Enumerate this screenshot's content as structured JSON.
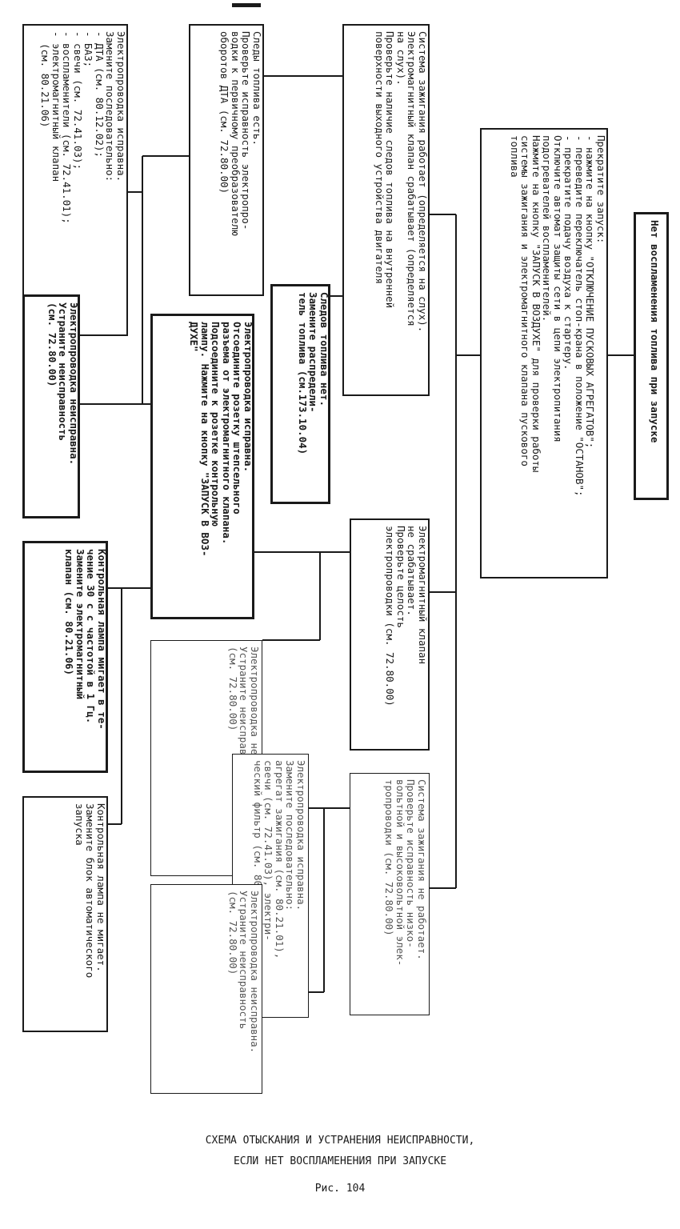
{
  "diagram": {
    "root": {
      "lines": [
        "Нет воспламенения топлива при запуске"
      ]
    },
    "step1": {
      "lines": [
        "Прекратите запуск:",
        "- нажмите на кнопку \"ОТКЛЮЧЕНИЕ ПУСКОВЫХ АГРЕГАТОВ\";",
        "- переведите переключатель стоп-крана в положение \"ОСТАНОВ\";",
        "- прекратите подачу воздуха к стартеру.",
        "Отключите автомат защиты сети в цепи электропитания",
        "подогревателей воспламенителей.",
        "Нажмите на кнопку \"ЗАПУСК В ВОЗДУХЕ\" для проверки работы",
        "системы зажигания и электромагнитного клапана пускового",
        "топлива"
      ]
    },
    "ignition_ok": {
      "lines": [
        "Система зажигания работает (определяется на слух).",
        "Электромагнитный клапан срабатывает (определяется",
        "на слух).",
        "Проверьте наличие следов топлива на внутренней",
        "поверхности выходного устройства двигателя"
      ]
    },
    "valve_fail": {
      "lines": [
        "Электромагнитный клапан",
        "не срабатывает.",
        "Проверьте целость",
        "электропроводки (см. 72.80.00)"
      ]
    },
    "ignition_fail": {
      "lines": [
        "Система зажигания не работает.",
        "Проверьте исправность низко-",
        "вольтной и высоковольтной элек-",
        "тропроводки (см. 72.80.00)"
      ]
    },
    "fuel_traces_yes": {
      "lines": [
        "Следы топлива есть.",
        "Проверьте исправность электропро-",
        "водки к первичному преобразователю",
        "оборотов ДТА (см. 72.80.00)"
      ]
    },
    "fuel_traces_no": {
      "lines": [
        "Следов топлива нет.",
        "Замените распредели-",
        "тель топлива (см.173.10.04)"
      ]
    },
    "wiring_ok_replace": {
      "lines": [
        "Электропроводка исправна.",
        "Замените последовательно:",
        "- ДТА (см. 80.12.02);",
        "- БАЗ;",
        "- свечи (см. 72.41.03);",
        "- воспламенители (см. 72.41.01);",
        "- электромагнитный клапан",
        "  (см. 80.21.06)"
      ]
    },
    "wiring_bad_1": {
      "lines": [
        "Электропроводка неисправна.",
        "Устраните неисправность",
        "(см. 72.80.00)"
      ]
    },
    "wiring_ok_lamp": {
      "lines": [
        "Электропроводка исправна.",
        "Отсоедините розетку штепсельного",
        "разъема от электромагнитного клапана.",
        "Подсоедините к розетке контрольную",
        "лампу. Нажмите на кнопку \"ЗАПУСК В ВОЗ-",
        "ДУХЕ\""
      ]
    },
    "wiring_bad_2": {
      "lines": [
        "Электропроводка неисправна.",
        "Устраните неисправность",
        "(см. 72.80.00)"
      ]
    },
    "wiring_ok_ignition": {
      "lines": [
        "Электропроводка исправна.",
        "Замените последовательно:",
        "агрегат зажигания (см. 80.21.01),",
        "свечи (см. 72.41.03), электри-",
        "ческий фильтр (см. 80.21.03)"
      ]
    },
    "wiring_bad_3": {
      "lines": [
        "Электропроводка неисправна.",
        "Устраните неисправность",
        "(см. 72.80.00)"
      ]
    },
    "lamp_blinks": {
      "lines": [
        "Контрольная лампа мигает в те-",
        "чение 30 с с частотой в 1 Гц.",
        "Замените электромагнитный",
        "клапан (см. 80.21.06)"
      ]
    },
    "lamp_no_blink": {
      "lines": [
        "Контрольная лампа не мигает.",
        "Замените блок автоматического",
        "запуска"
      ]
    }
  },
  "caption": {
    "line1": "СХЕМА ОТЫСКАНИЯ И УСТРАНЕНИЯ НЕИСПРАВНОСТИ,",
    "line2": "ЕСЛИ НЕТ ВОСПЛАМЕНЕНИЯ ПРИ ЗАПУСКЕ",
    "figure": "Рис. 104"
  }
}
